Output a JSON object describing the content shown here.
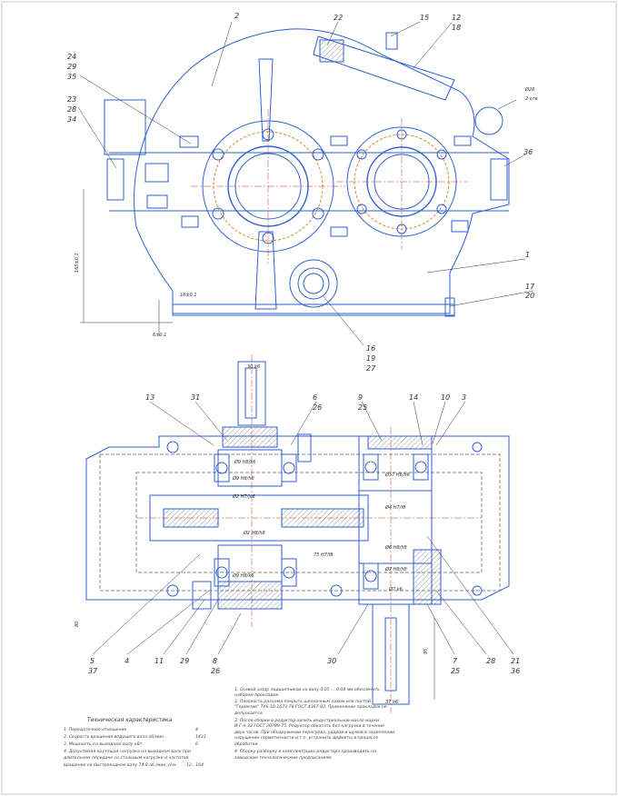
{
  "top_view": {
    "part_numbers": [
      "2",
      "22",
      "15",
      "12",
      "18",
      "24",
      "29",
      "35",
      "23",
      "28",
      "34",
      "36",
      "1",
      "17",
      "20",
      "16",
      "19",
      "27"
    ],
    "dims": {
      "hole": "Ø26",
      "holes_count": "2 отв",
      "height": "165±0.1",
      "base_a": "18±0.1",
      "base_b": "6±0.1"
    }
  },
  "plan_view": {
    "part_numbers_top": [
      "13",
      "31",
      "6",
      "26",
      "9",
      "25",
      "14",
      "10",
      "3"
    ],
    "part_numbers_bottom": [
      "5",
      "37",
      "4",
      "11",
      "29",
      "8",
      "26",
      "30",
      "7",
      "25",
      "28",
      "21",
      "36"
    ],
    "dims": {
      "in_shaft": "30 k6",
      "bearing_top_left": "Ø9 H8/k6",
      "bearing_left_1": "Ø9 H8/h8",
      "fit_mid_1": "Ø2 H7/js6",
      "fit_mid_2": "Ø2 H8/h8",
      "center": "75 H7/f8",
      "fit_right_1": "Ø37 H6/h6",
      "fit_right_2": "Ø4 H7/f8",
      "fit_right_3": "Ø6 H8/h8",
      "fit_right_4": "Ø7 H8/h8",
      "fit_right_5": "Ø7 k6",
      "bearing_bottom_left": "Ø9 H8/k6",
      "side_dim": "95",
      "out_shaft": "37 k6",
      "left_dim": "80"
    }
  },
  "notes": [
    "1. Осевой зазор подшипников на валу 0.05 ... 0.08 мм обеспечить",
    "набором прокладок.",
    "2. Плоскость разъема покрыть шеллачным лаком или пастой",
    "\"Герметик\" ТУ6-10-1673-78 ГОСТ 4367-83. Применение прокладок не",
    "допускается.",
    "3. После сборки в редуктор залить индустриальное масло марки",
    "И-Г-А-32 ГОСТ 20799-75. Редуктор обкатать без нагрузки в течение",
    "двух часов. При обнаружении перегрева, ударов и шумов в зацеплении",
    "нарушение герметичности и т.п. устранить дефекты в процессе",
    "обработки.",
    "4. Сборку-разборку и комплектацию редуктора производить по",
    "заводским технологическим предписаниям"
  ],
  "tech": {
    "title": "Техническая характеристика",
    "rows": [
      {
        "label": "1. Передаточное отношение",
        "value": "4"
      },
      {
        "label": "2. Скорость вращения ведущего вала об/мин",
        "value": "1433"
      },
      {
        "label": "3. Мощность на выходном валу кВт",
        "value": "6"
      },
      {
        "label": "4. Допустимая крутящая нагрузка на выходном валу при",
        "value": ""
      },
      {
        "label": "длительном передаче со стальным нагрузки и частотой",
        "value": ""
      },
      {
        "label": "вращения на быстроходном валу 74.8 об./мин.,Н⋅м",
        "value": "12...164"
      }
    ]
  }
}
